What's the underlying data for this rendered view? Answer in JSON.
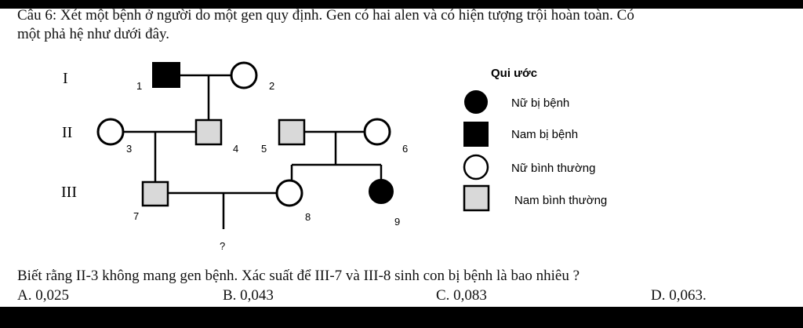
{
  "question": {
    "line1": "Câu 6: Xét một bệnh ở người do một gen quy định. Gen có hai alen và có hiện tượng trội hoàn toàn. Có",
    "line2": "một phả hệ như dưới đây.",
    "tail": "Biết rằng II-3 không mang gen bệnh. Xác suất để III-7 và III-8 sinh con bị bệnh là bao nhiêu ?"
  },
  "pedigree": {
    "generations": [
      "I",
      "II",
      "III"
    ],
    "individuals": [
      {
        "id": "1",
        "sex": "male",
        "affected": true
      },
      {
        "id": "2",
        "sex": "female",
        "affected": false
      },
      {
        "id": "3",
        "sex": "female",
        "affected": false
      },
      {
        "id": "4",
        "sex": "male",
        "affected": false
      },
      {
        "id": "5",
        "sex": "male",
        "affected": false
      },
      {
        "id": "6",
        "sex": "female",
        "affected": false
      },
      {
        "id": "7",
        "sex": "male",
        "affected": false
      },
      {
        "id": "8",
        "sex": "female",
        "affected": false
      },
      {
        "id": "9",
        "sex": "female",
        "affected": true
      }
    ],
    "unknown_label": "?"
  },
  "legend": {
    "title": "Qui ước",
    "items": [
      {
        "label": "Nữ bị bệnh",
        "symbol": "filled-circle"
      },
      {
        "label": "Nam bị bệnh",
        "symbol": "filled-square"
      },
      {
        "label": "Nữ bình thường",
        "symbol": "open-circle"
      },
      {
        "label": "Nam bình thường",
        "symbol": "open-square"
      }
    ]
  },
  "answers": [
    {
      "label": "A. 0,025"
    },
    {
      "label": "B. 0,043"
    },
    {
      "label": "C. 0,083"
    },
    {
      "label": "D. 0,063."
    }
  ],
  "colors": {
    "normal_fill": "#d9d9d9",
    "affected_fill": "#000000",
    "line": "#000000"
  }
}
